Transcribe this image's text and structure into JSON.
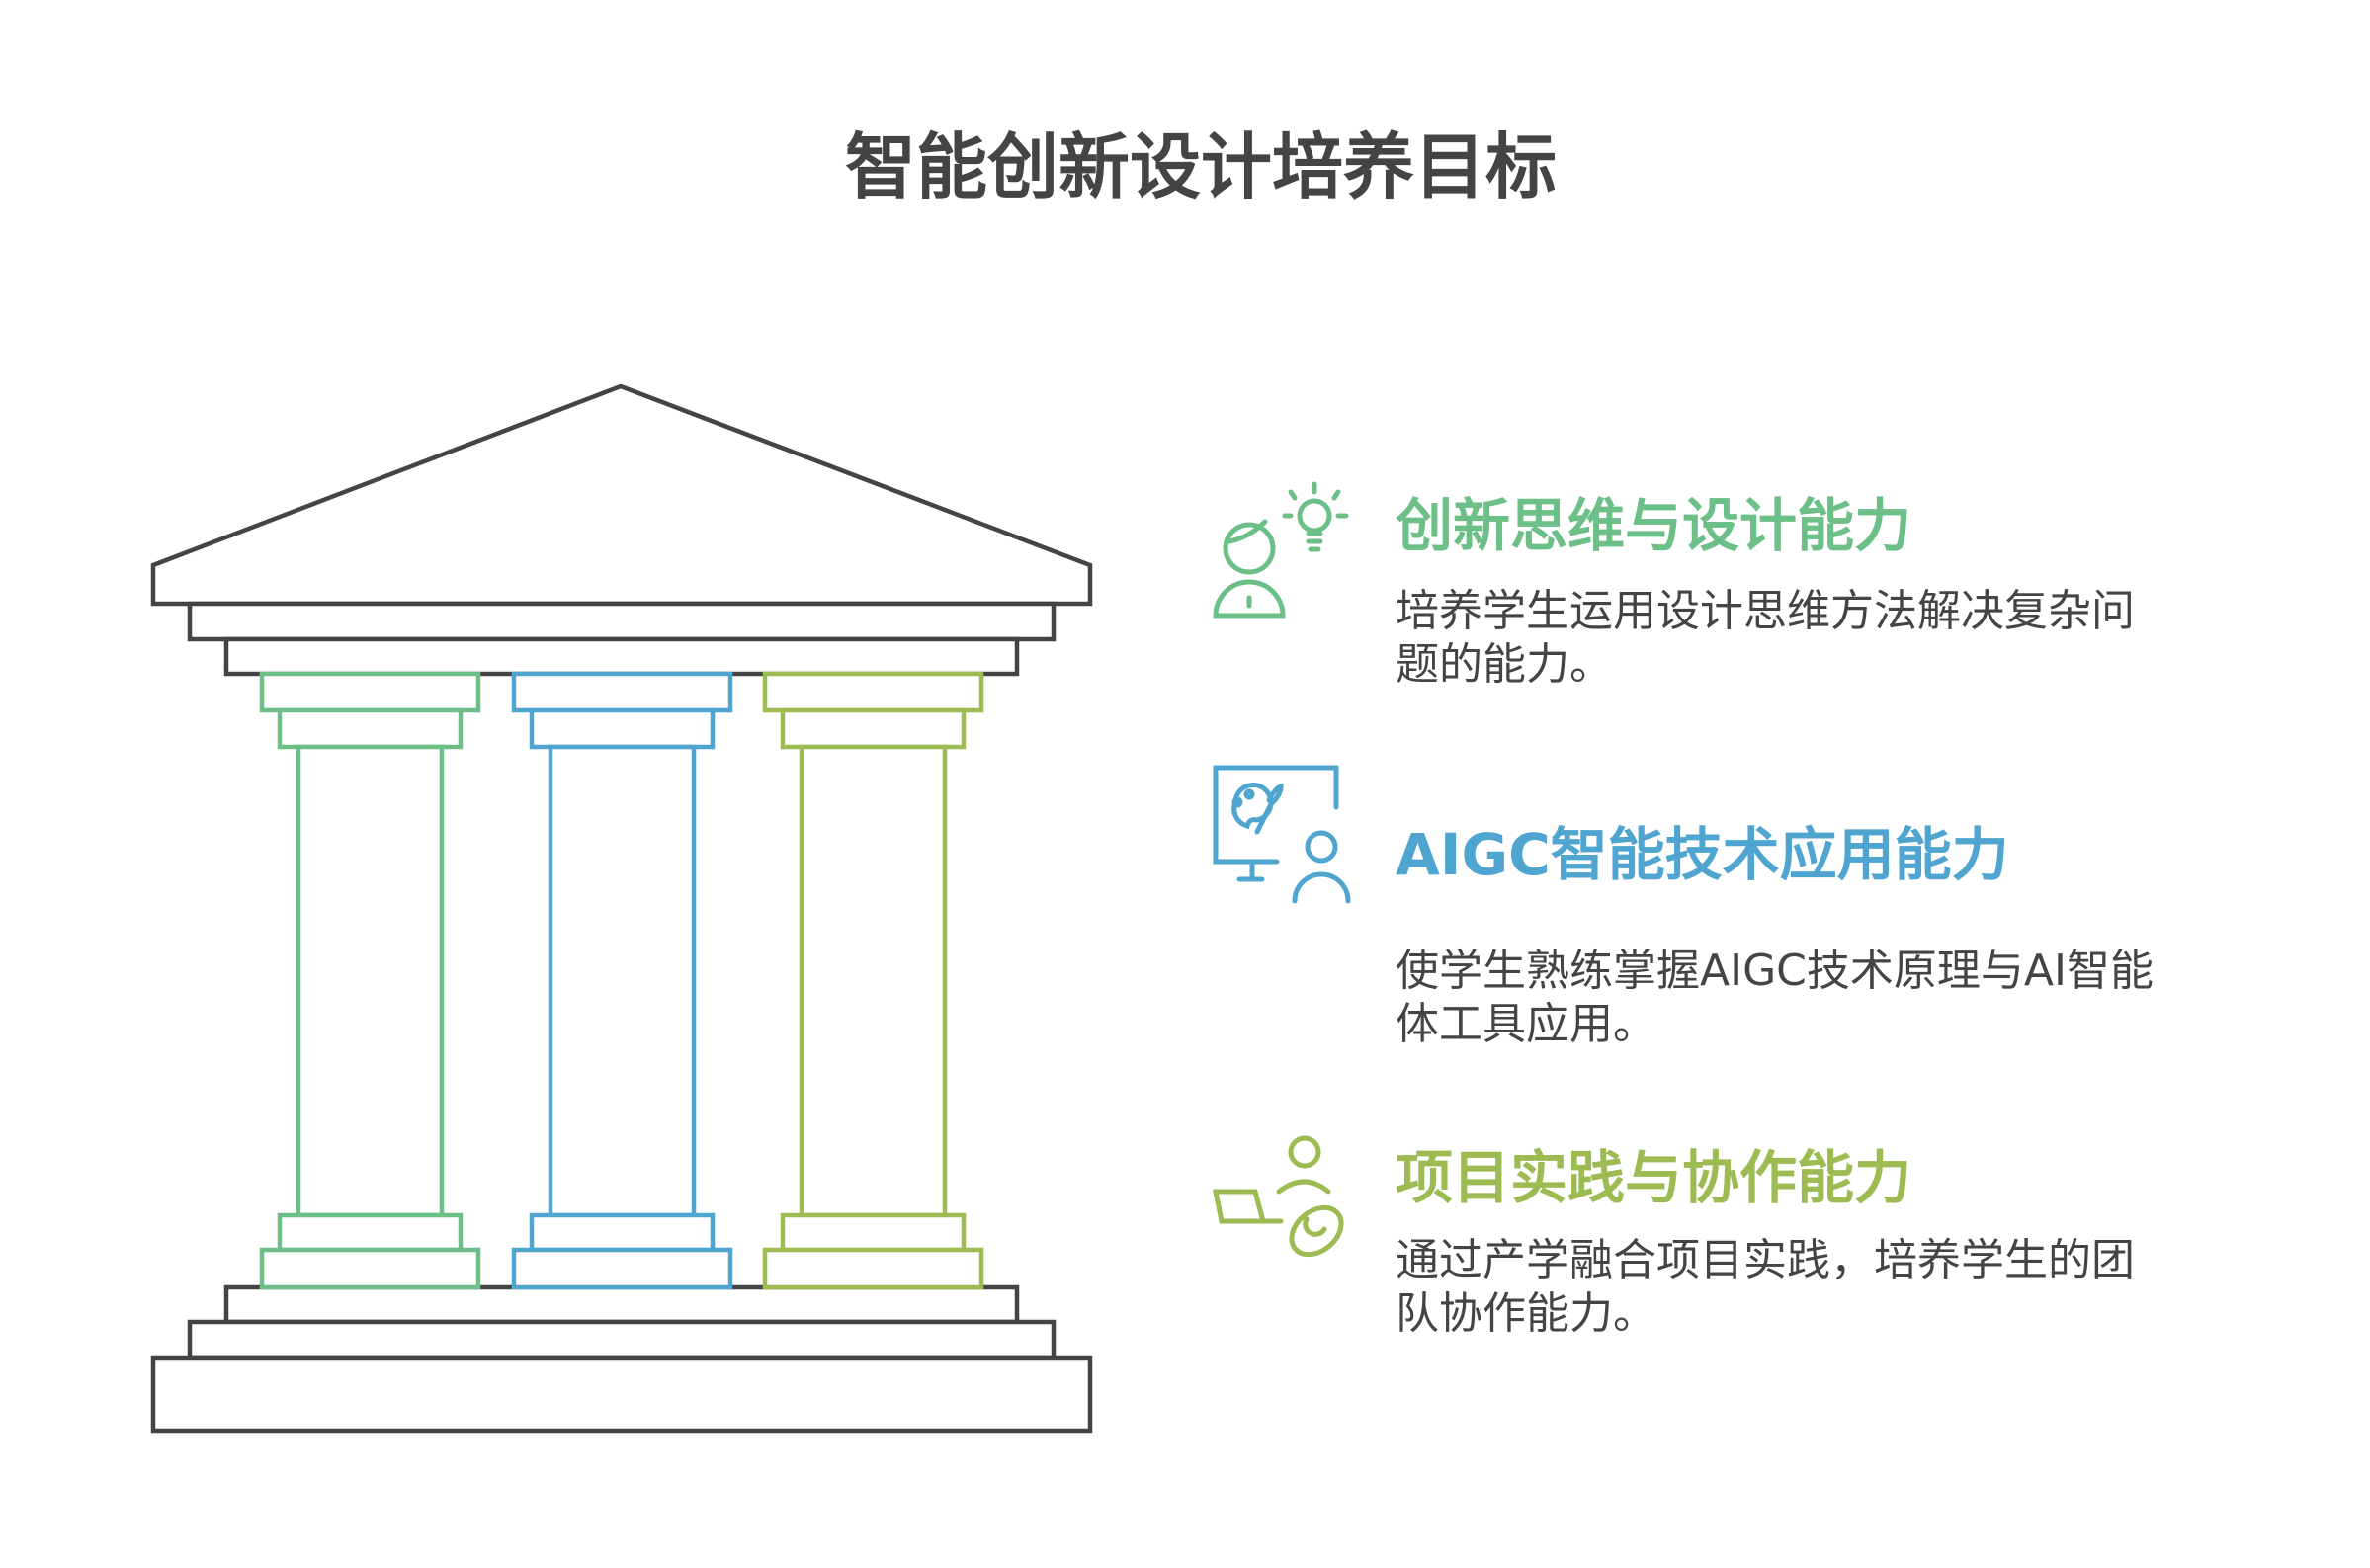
{
  "title": "智能创新设计培养目标",
  "colors": {
    "green": "#6cbf86",
    "blue": "#4fa5d0",
    "olive": "#9cbb52",
    "dark": "#444444"
  },
  "pillars": [
    {
      "heading": "创新思维与设计能力",
      "description": "培养学生运用设计思维方法解决复杂问题的能力。",
      "icon": "person-lightbulb-icon",
      "color": "green"
    },
    {
      "heading": "AIGC智能技术应用能力",
      "description": "使学生熟练掌握AIGC技术原理与AI智能体工具应用。",
      "icon": "monitor-palette-person-icon",
      "color": "blue"
    },
    {
      "heading": "项目实践与协作能力",
      "description": "通过产学融合项目实践，培养学生的团队协作能力。",
      "icon": "laptop-collaboration-icon",
      "color": "olive"
    }
  ]
}
